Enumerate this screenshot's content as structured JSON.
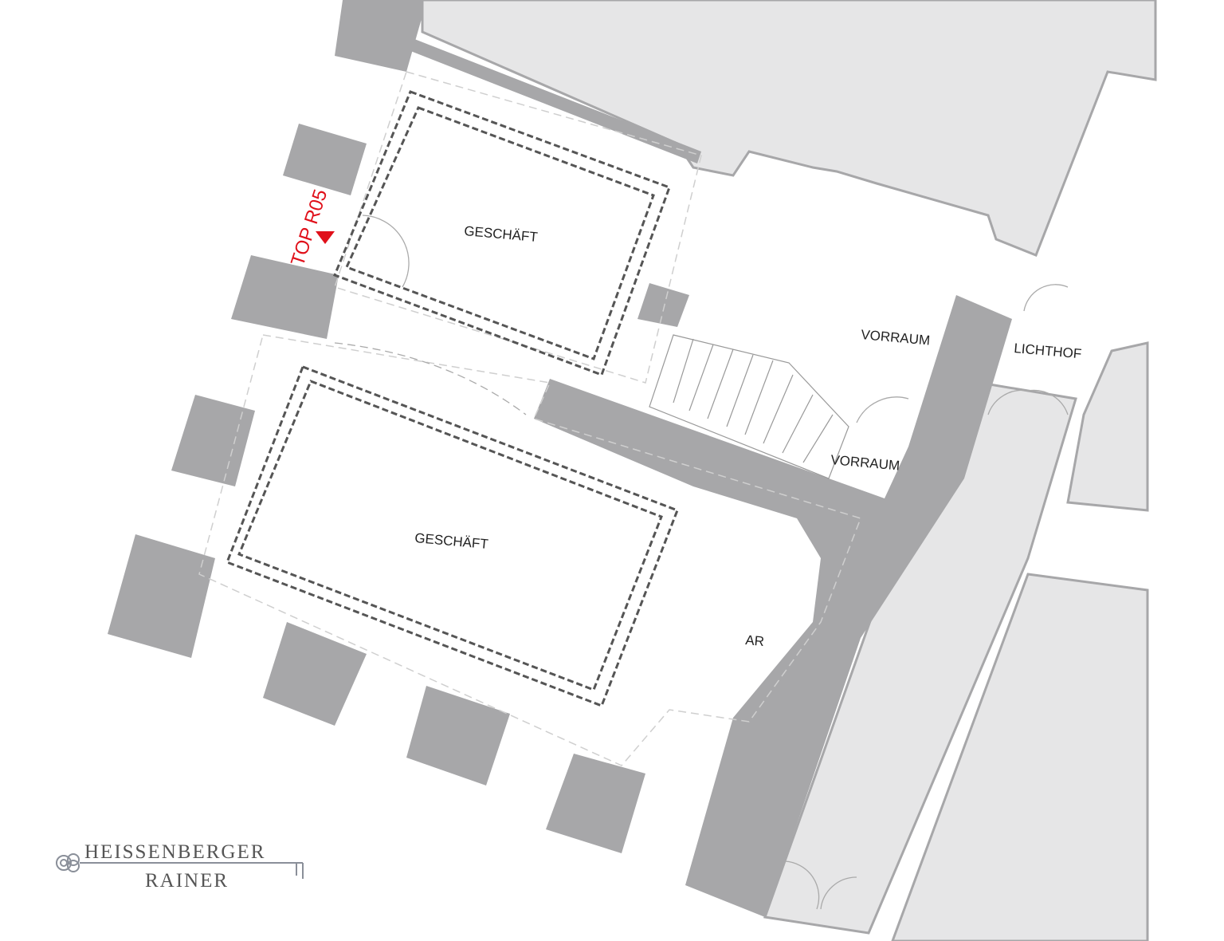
{
  "plan": {
    "unit_label": "TOP R05",
    "rooms": {
      "geschaeft_upper": "GESCHÄFT",
      "geschaeft_lower": "GESCHÄFT",
      "vorraum_upper": "VORRAUM",
      "vorraum_lower": "VORRAUM",
      "lichthof": "LICHTHOF",
      "ar": "AR"
    }
  },
  "logo": {
    "line1": "HEISSENBERGER",
    "line2": "RAINER"
  },
  "colors": {
    "wall": "#a7a7a9",
    "neighbor": "#e6e6e7",
    "accent": "#e0101a"
  }
}
